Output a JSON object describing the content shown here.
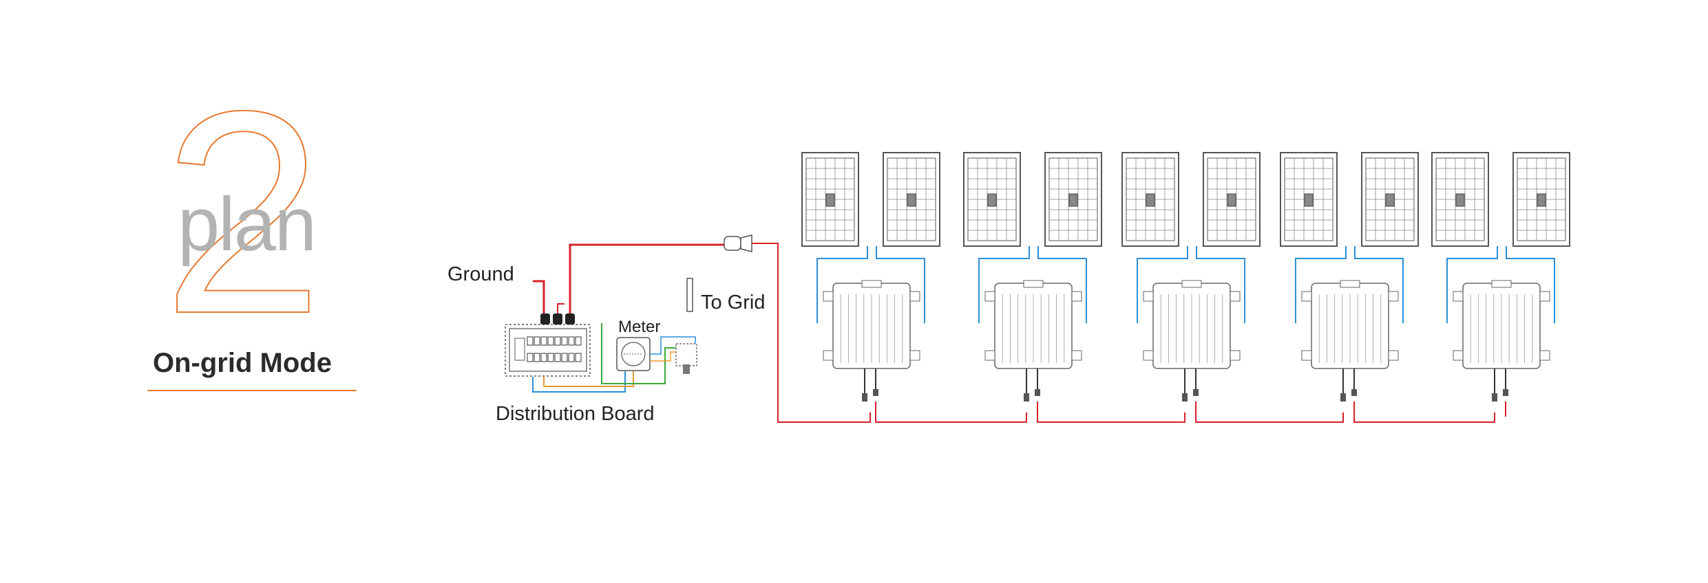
{
  "plan": {
    "number": "2",
    "word": "plan"
  },
  "mode_title": "On-grid Mode",
  "labels": {
    "ground": "Ground",
    "meter": "Meter",
    "to_grid": "To Grid",
    "distribution_board": "Distribution Board"
  },
  "colors": {
    "accent": "#e8782e",
    "ac_line": "#d6202a",
    "dc_line": "#2a8fd6",
    "ground_wire": "#3aa83a",
    "neutral_wire": "#e89a2e",
    "panel_stroke": "#555555",
    "inverter_stroke": "#666666"
  },
  "diagram": {
    "inverter_count": 5,
    "panels_per_inverter": 2
  }
}
